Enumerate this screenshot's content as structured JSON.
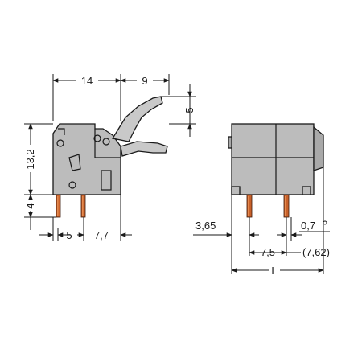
{
  "side_view": {
    "dim_width": "14",
    "dim_lever_extension": "9",
    "dim_lever_height": "5",
    "dim_body_height": "13,2",
    "dim_pin_length": "4",
    "dim_pin_offset": "5",
    "dim_pin_spacing": "7,7"
  },
  "front_view": {
    "dim_edge_offset": "3,65",
    "dim_pin_pitch": "7,5",
    "dim_pin_pitch_alt": "(7,62)",
    "dim_pin_diameter": "0,7",
    "dim_total_length": "L"
  },
  "colors": {
    "housing": "#bcbcbc",
    "pin": "#c9612a",
    "line": "#1a1a1a"
  }
}
